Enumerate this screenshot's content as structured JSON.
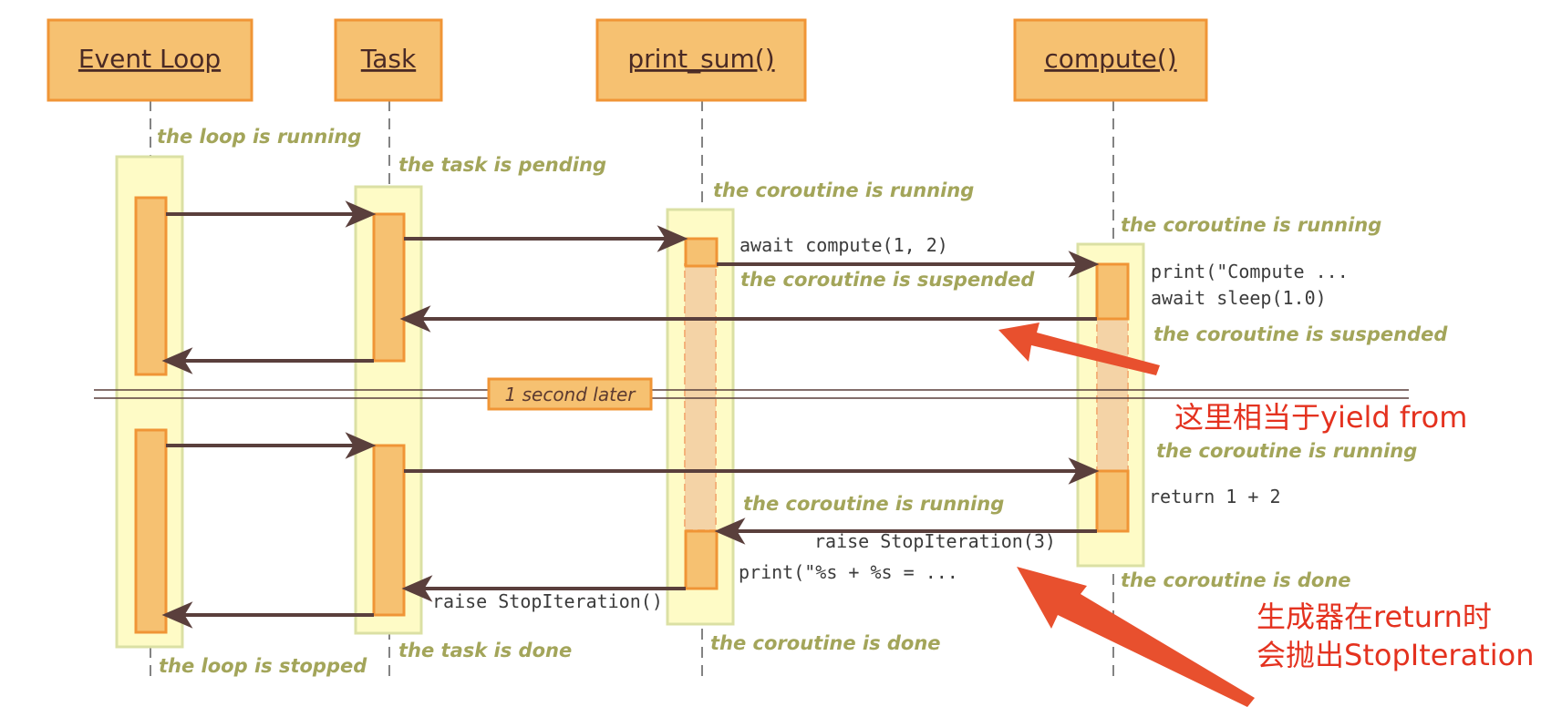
{
  "actors": {
    "event_loop": "Event Loop",
    "task": "Task",
    "print_sum": "print_sum()",
    "compute": "compute()"
  },
  "states": {
    "loop_running": "the loop is running",
    "task_pending": "the task is pending",
    "ps_running_1": "the coroutine is running",
    "ps_suspended": "the coroutine is suspended",
    "ps_running_2": "the coroutine is running",
    "ps_done": "the coroutine is done",
    "comp_running_1": "the coroutine is running",
    "comp_suspended": "the coroutine is suspended",
    "comp_running_2": "the coroutine is running",
    "comp_done": "the coroutine is done",
    "loop_stopped": "the loop is stopped",
    "task_done": "the task is done"
  },
  "code": {
    "await_compute": "await compute(1, 2)",
    "print_compute": "print(\"Compute ...",
    "await_sleep": "await sleep(1.0)",
    "return_stmt": "return 1 + 2",
    "raise_stop3": "raise StopIteration(3)",
    "print_sum_fmt": "print(\"%s + %s = ...",
    "raise_stop": "raise StopIteration()"
  },
  "divider_label": "1 second later",
  "annotations": {
    "yield_from": "这里相当于yield from",
    "gen_line1": "生成器在return时",
    "gen_line2": "会抛出StopIteration"
  },
  "colors": {
    "actor_fill": "#f6c171",
    "actor_stroke": "#f09536",
    "lane_fill": "#fefbc6",
    "lane_stroke": "#dbe0a4",
    "arrow": "#5a3f3c",
    "state_text": "#a3a55a",
    "annotation": "#e4321f"
  }
}
